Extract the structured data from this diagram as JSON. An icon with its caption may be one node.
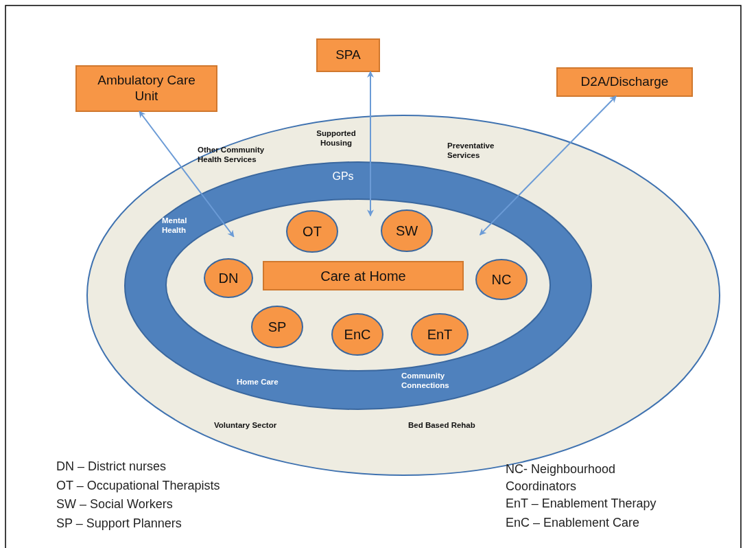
{
  "diagram": {
    "nodes": [
      {
        "text": [
          "Other Community Health Services",
          "Supported Housing",
          "Preventative Services",
          "Voluntary Sector",
          "Bed Based Rehab"
        ]
      },
      {
        "text": [
          "GPs",
          "Mental Health",
          "Home Care",
          "Community Connections"
        ],
        "in": 0
      },
      {
        "text": [],
        "shape": "ellipse",
        "in": 1
      },
      {
        "text": [
          "OT"
        ],
        "in": 2
      },
      {
        "text": [
          "SW"
        ],
        "in": 2
      },
      {
        "text": [
          "DN"
        ],
        "in": 2
      },
      {
        "text": [
          "Care at Home"
        ],
        "in": 2
      },
      {
        "text": [
          "NC"
        ],
        "in": 2
      },
      {
        "text": [
          "SP"
        ],
        "in": 2
      },
      {
        "text": [
          "EnC"
        ],
        "in": 2
      },
      {
        "text": [
          "EnT"
        ],
        "in": 2
      },
      {
        "text": [
          "Ambulatory Care Unit"
        ]
      },
      {
        "text": [
          "SPA"
        ]
      },
      {
        "text": [
          "D2A/Discharge"
        ]
      }
    ],
    "edges": [
      {
        "from": 11,
        "to": 2,
        "arrow": "both"
      },
      {
        "from": 12,
        "to": 2,
        "arrow": "both"
      },
      {
        "from": 13,
        "to": 2,
        "arrow": "both"
      }
    ],
    "labels": [
      "DN – District nurses",
      "OT – Occupational Therapists",
      "SW – Social Workers",
      "SP – Support Planners",
      "NC- Neighbourhood Coordinators",
      "EnT – Enablement Therapy",
      "EnC – Enablement Care"
    ]
  }
}
